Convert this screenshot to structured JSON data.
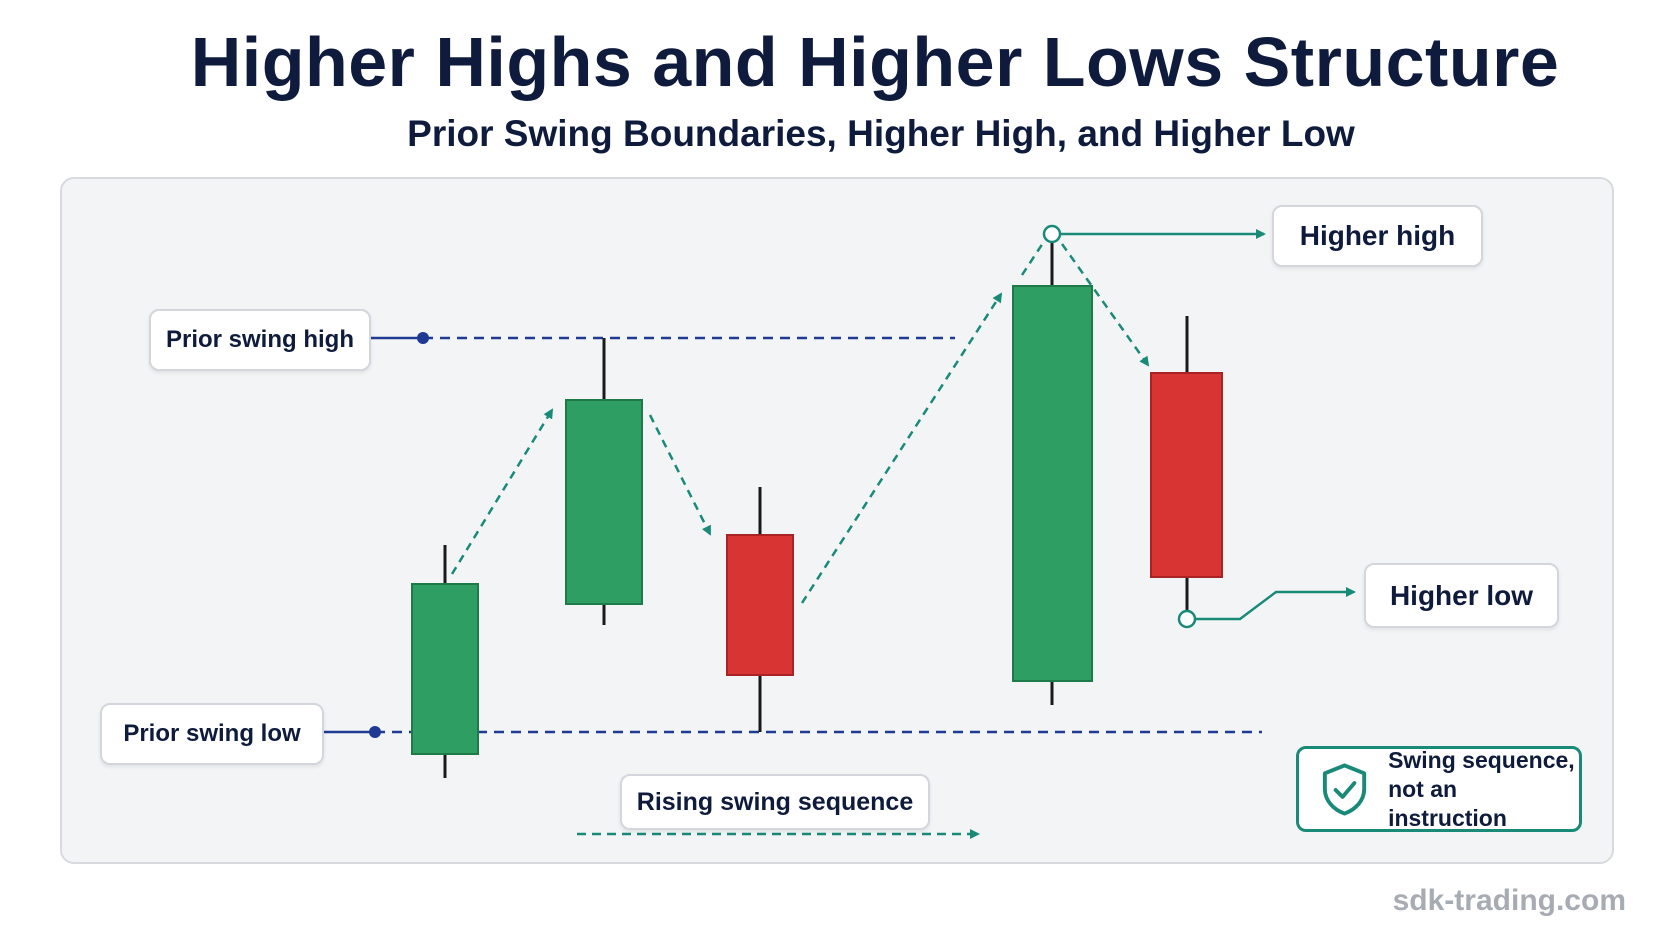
{
  "title": "Higher Highs and Higher Lows Structure",
  "subtitle": "Prior Swing Boundaries, Higher High, and Higher Low",
  "labels": {
    "prior_swing_high": "Prior swing high",
    "prior_swing_low": "Prior swing low",
    "higher_high": "Higher high",
    "higher_low": "Higher low",
    "rising_swing_sequence": "Rising swing sequence"
  },
  "note": {
    "line1": "Swing sequence,",
    "line2": "not an instruction",
    "icon": "shield-check-icon"
  },
  "footer": "sdk-trading.com",
  "colors": {
    "bullish": "#2e9e62",
    "bearish": "#d93434",
    "boundary_line": "#1f3a93",
    "swing_arrow": "#1a8a78",
    "title": "#0f1b3d"
  },
  "candles": [
    {
      "direction": "bullish"
    },
    {
      "direction": "bullish"
    },
    {
      "direction": "bearish"
    },
    {
      "direction": "bullish"
    },
    {
      "direction": "bearish"
    }
  ]
}
